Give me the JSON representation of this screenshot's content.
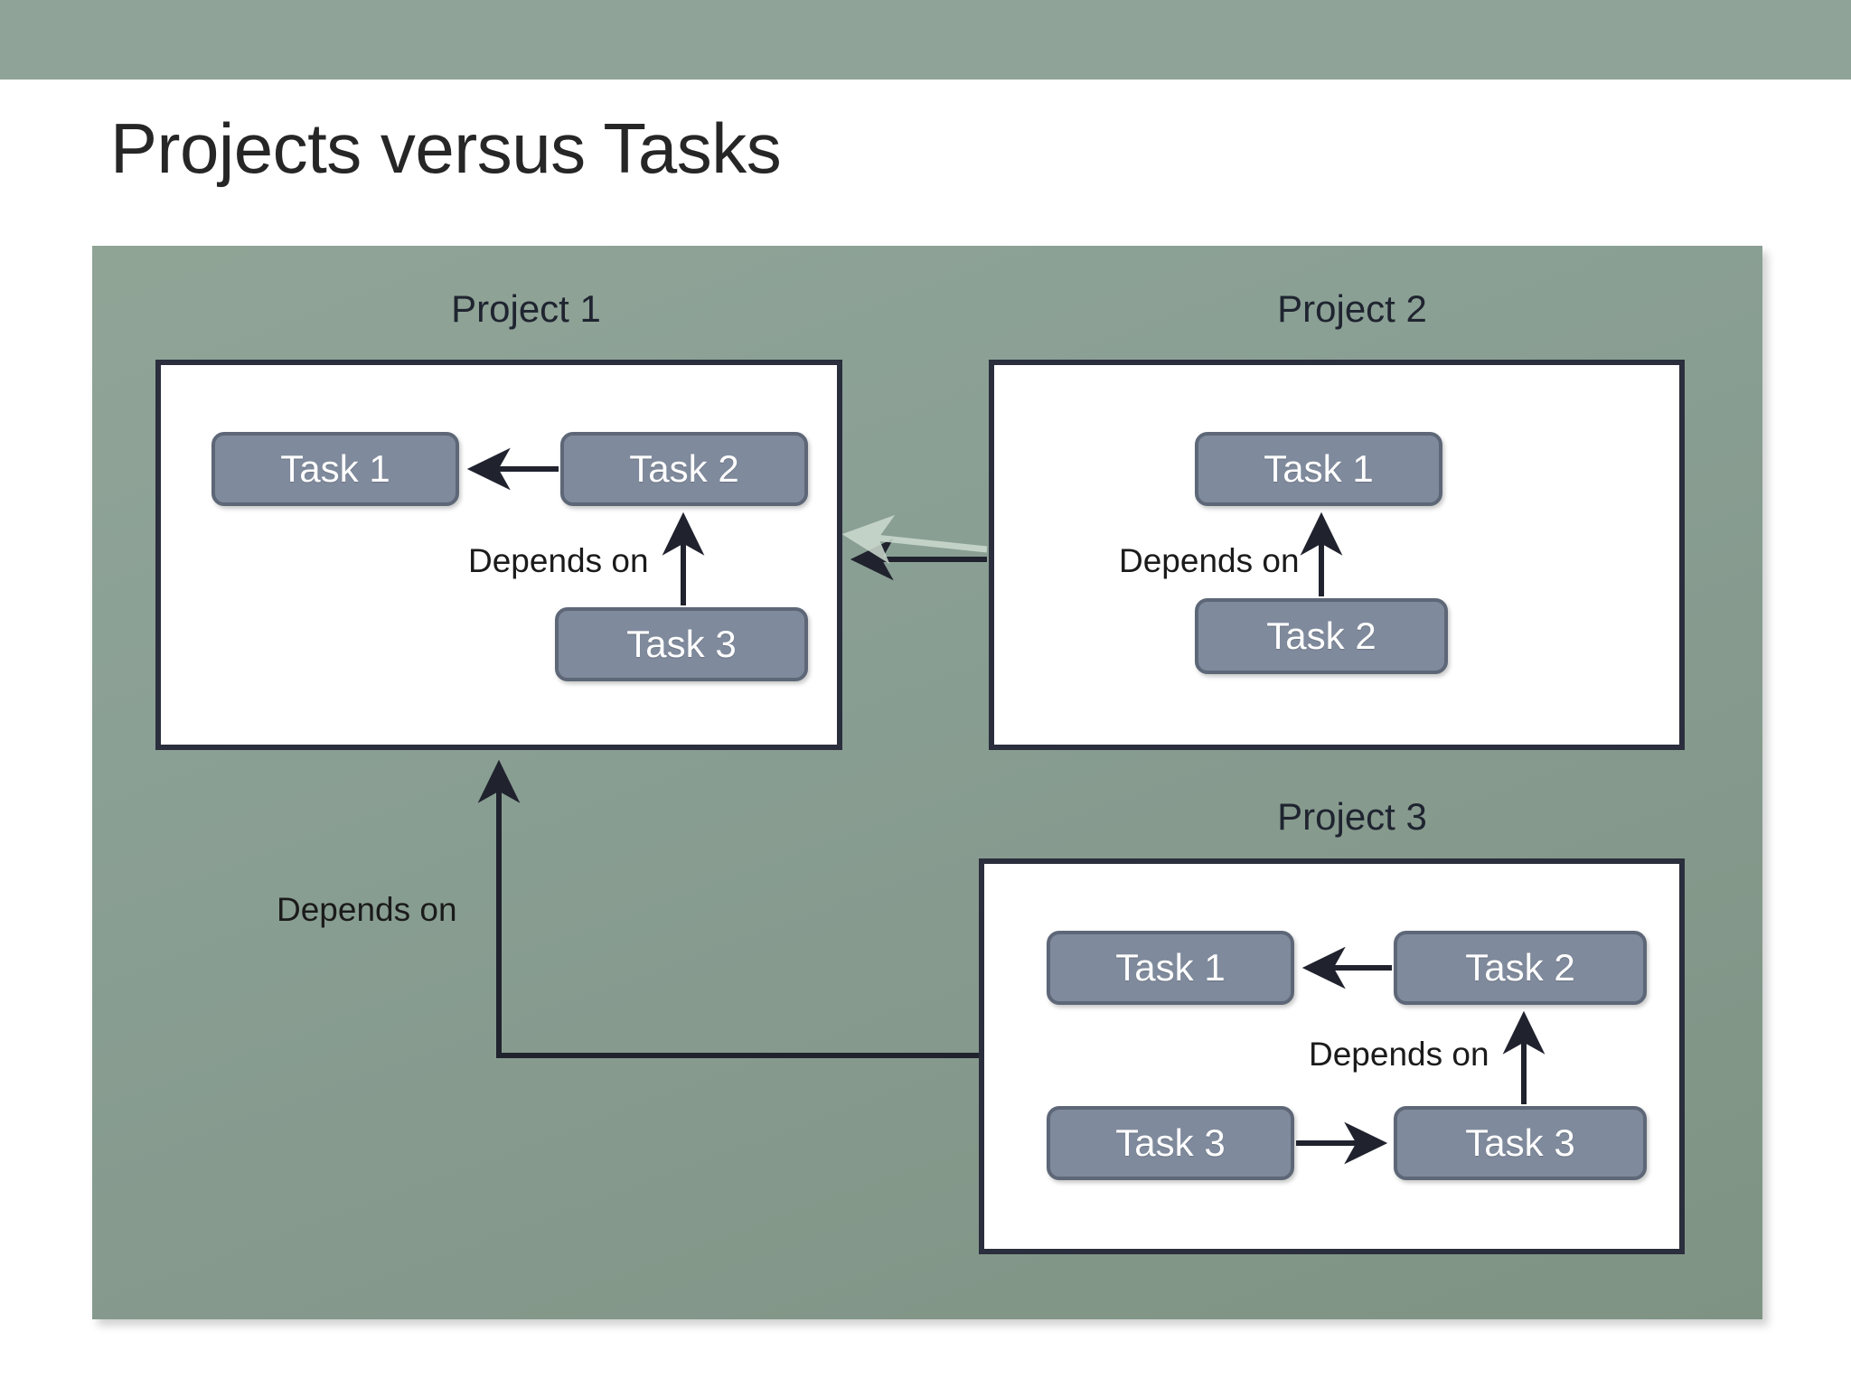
{
  "slide": {
    "title": "Projects versus Tasks",
    "banner_color": "#8fa398",
    "canvas_color": "#8ba095",
    "task_fill": "#7f8a9c",
    "task_border": "#5d6777",
    "task_text_color": "#ffffff",
    "box_border_color": "#2a2e3d",
    "connector_color": "#20232e",
    "ghost_connector_color": "#cddbd0"
  },
  "diagram": {
    "type": "dependency-graph",
    "projects": [
      {
        "id": "project-1",
        "label": "Project 1",
        "tasks": [
          {
            "id": "p1-task-1",
            "label": "Task 1"
          },
          {
            "id": "p1-task-2",
            "label": "Task 2"
          },
          {
            "id": "p1-task-3",
            "label": "Task 3"
          }
        ],
        "edge_labels": [
          "Depends on"
        ]
      },
      {
        "id": "project-2",
        "label": "Project 2",
        "tasks": [
          {
            "id": "p2-task-1",
            "label": "Task 1"
          },
          {
            "id": "p2-task-2",
            "label": "Task 2"
          }
        ],
        "edge_labels": [
          "Depends on"
        ]
      },
      {
        "id": "project-3",
        "label": "Project 3",
        "tasks": [
          {
            "id": "p3-task-1",
            "label": "Task 1"
          },
          {
            "id": "p3-task-2",
            "label": "Task 2"
          },
          {
            "id": "p3-task-3a",
            "label": "Task 3"
          },
          {
            "id": "p3-task-3b",
            "label": "Task 3"
          }
        ],
        "edge_labels": [
          "Depends on"
        ]
      }
    ],
    "cross_project_labels": [
      {
        "id": "p3-to-p1-label",
        "text": "Depends on"
      }
    ]
  }
}
